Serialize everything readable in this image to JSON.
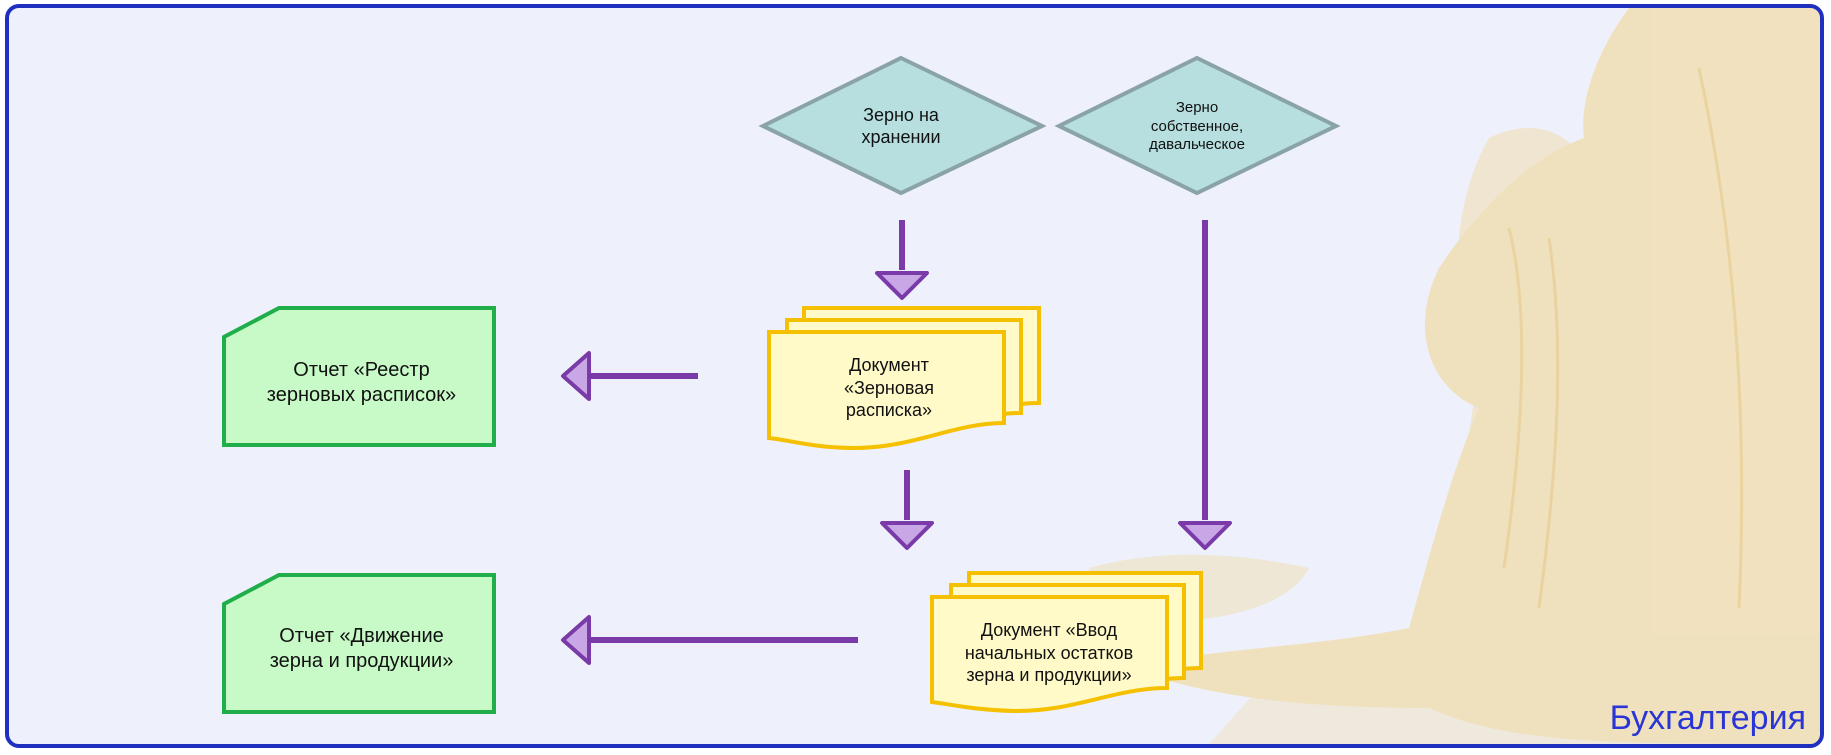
{
  "diagram": {
    "decisions": [
      {
        "id": "stored-grain",
        "lines": [
          "Зерно на",
          "хранении"
        ]
      },
      {
        "id": "own-grain",
        "lines": [
          "Зерно",
          "собственное,",
          "давальческое"
        ]
      }
    ],
    "documents": [
      {
        "id": "grain-receipt-doc",
        "lines": [
          "Документ",
          "«Зерновая",
          "расписка»"
        ]
      },
      {
        "id": "opening-balances-doc",
        "lines": [
          "Документ «Ввод",
          "начальных остатков",
          "зерна и продукции»"
        ]
      }
    ],
    "reports": [
      {
        "id": "receipts-register-report",
        "lines": [
          "Отчет «Реестр",
          "зерновых расписок»"
        ]
      },
      {
        "id": "grain-movement-report",
        "lines": [
          "Отчет «Движение",
          "зерна и продукции»"
        ]
      }
    ],
    "corner_label": "Бухгалтерия"
  },
  "colors": {
    "frame_border": "#1f2fbf",
    "background": "#eef0fb",
    "decision_fill": "#b7dfe0",
    "decision_stroke": "#8aa3a6",
    "document_fill": "#fffac8",
    "document_stroke": "#f5c000",
    "report_fill": "#c8fac8",
    "report_stroke": "#1fae4a",
    "arrow_color": "#7a3aa8",
    "arrowhead_fill": "#c9a6e6",
    "accent_text": "#2a35d6"
  }
}
